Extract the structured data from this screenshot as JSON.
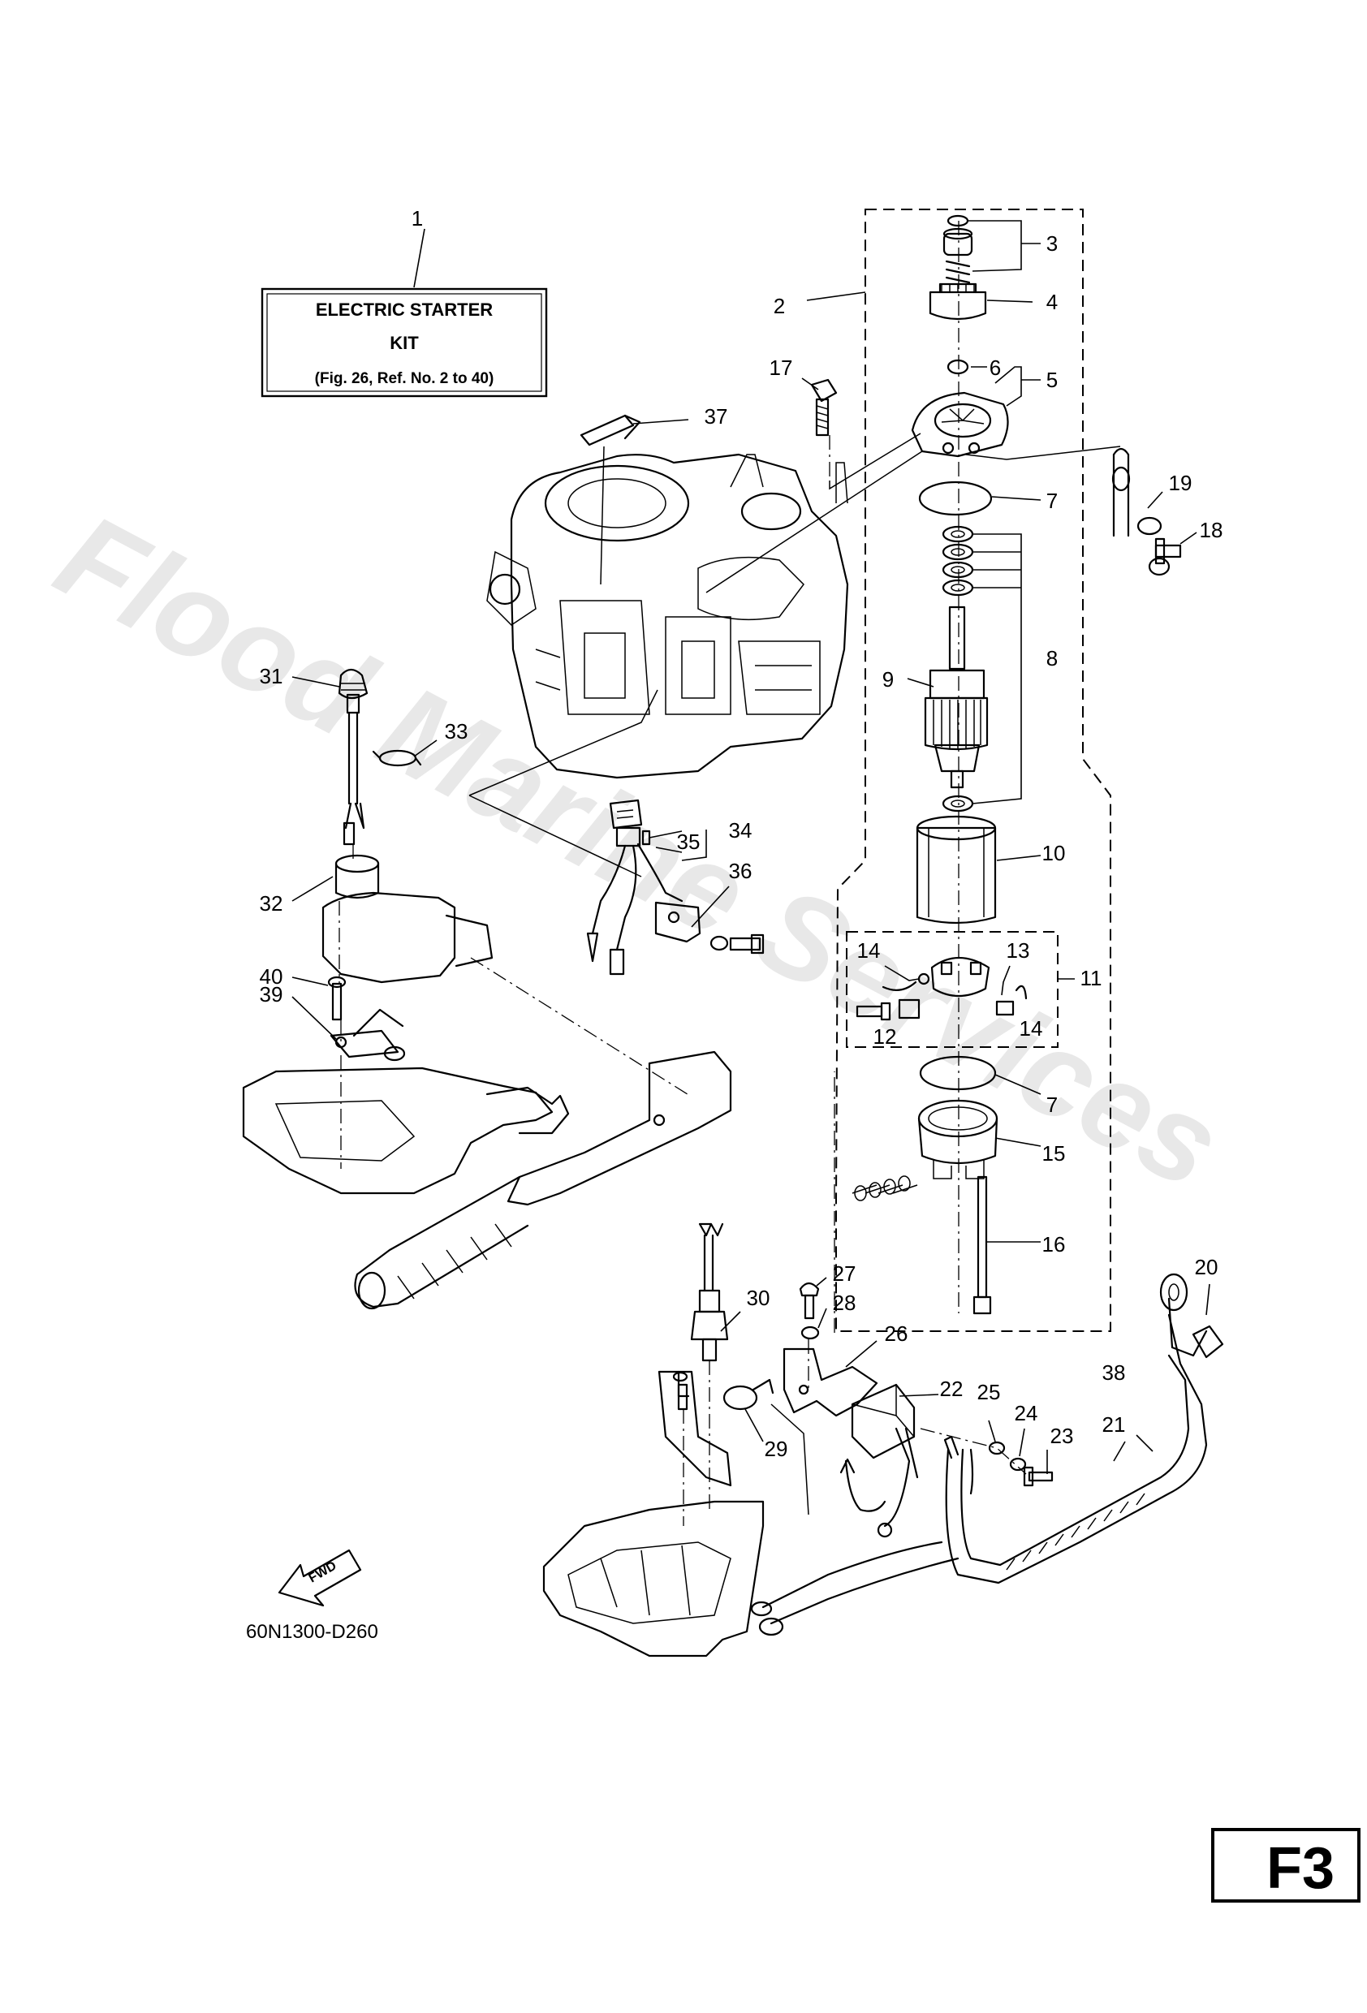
{
  "kit_label": {
    "line1": "ELECTRIC STARTER",
    "line2": "KIT",
    "line3": "(Fig. 26, Ref. No. 2 to 40)"
  },
  "callouts": [
    {
      "id": "1",
      "label": "1"
    },
    {
      "id": "2",
      "label": "2"
    },
    {
      "id": "3",
      "label": "3"
    },
    {
      "id": "4",
      "label": "4"
    },
    {
      "id": "5",
      "label": "5"
    },
    {
      "id": "6",
      "label": "6"
    },
    {
      "id": "7a",
      "label": "7"
    },
    {
      "id": "7b",
      "label": "7"
    },
    {
      "id": "8",
      "label": "8"
    },
    {
      "id": "9",
      "label": "9"
    },
    {
      "id": "10",
      "label": "10"
    },
    {
      "id": "11",
      "label": "11"
    },
    {
      "id": "12",
      "label": "12"
    },
    {
      "id": "13",
      "label": "13"
    },
    {
      "id": "14a",
      "label": "14"
    },
    {
      "id": "14b",
      "label": "14"
    },
    {
      "id": "15",
      "label": "15"
    },
    {
      "id": "16",
      "label": "16"
    },
    {
      "id": "17",
      "label": "17"
    },
    {
      "id": "18",
      "label": "18"
    },
    {
      "id": "19",
      "label": "19"
    },
    {
      "id": "20",
      "label": "20"
    },
    {
      "id": "21",
      "label": "21"
    },
    {
      "id": "22",
      "label": "22"
    },
    {
      "id": "23",
      "label": "23"
    },
    {
      "id": "24",
      "label": "24"
    },
    {
      "id": "25",
      "label": "25"
    },
    {
      "id": "26",
      "label": "26"
    },
    {
      "id": "27",
      "label": "27"
    },
    {
      "id": "28",
      "label": "28"
    },
    {
      "id": "29",
      "label": "29"
    },
    {
      "id": "30",
      "label": "30"
    },
    {
      "id": "31",
      "label": "31"
    },
    {
      "id": "32",
      "label": "32"
    },
    {
      "id": "33",
      "label": "33"
    },
    {
      "id": "34",
      "label": "34"
    },
    {
      "id": "35",
      "label": "35"
    },
    {
      "id": "36",
      "label": "36"
    },
    {
      "id": "37",
      "label": "37"
    },
    {
      "id": "38",
      "label": "38"
    },
    {
      "id": "39",
      "label": "39"
    },
    {
      "id": "40",
      "label": "40"
    }
  ],
  "fwd_label": "FWD",
  "drawing_code": "60N1300-D260",
  "page_id": "F3",
  "watermark": "Flood Marine Services"
}
